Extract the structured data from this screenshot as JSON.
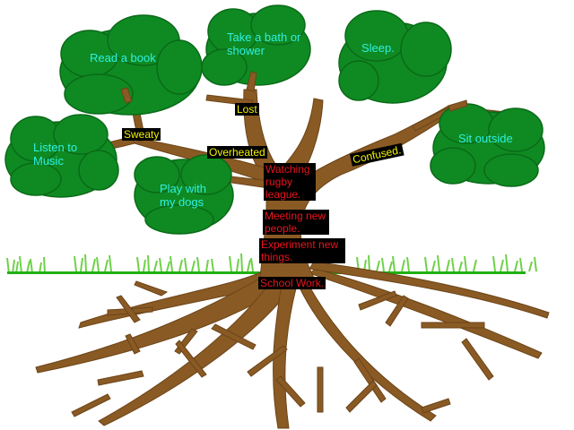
{
  "colors": {
    "foliage": "#0f8a22",
    "foliage_dark": "#0a6a18",
    "trunk": "#8a5a24",
    "trunk_dark": "#6b4418",
    "ground": "#22b014",
    "grass": "#6fd14a",
    "leaf_text": "#2ef0e0",
    "tag_yellow": "#f2f200",
    "tag_red": "#e8141c",
    "tag_bg": "#000000"
  },
  "leaves": {
    "read_a_book": "Read a book",
    "take_a_bath": "Take a bath or shower",
    "sleep": "Sleep.",
    "listen_to_music": "Listen to Music",
    "play_with_dogs": "Play with my dogs",
    "sit_outside": "Sit outside"
  },
  "feelings": {
    "sweaty": "Sweaty",
    "lost": "Lost",
    "overheated": "Overheated",
    "confused": "Confused."
  },
  "stressors": {
    "watching_rugby": "Watching rugby league.",
    "meeting_new_people": "Meeting new people.",
    "experiment_new_things": "Experiment new things.",
    "school_work": "School Work."
  }
}
